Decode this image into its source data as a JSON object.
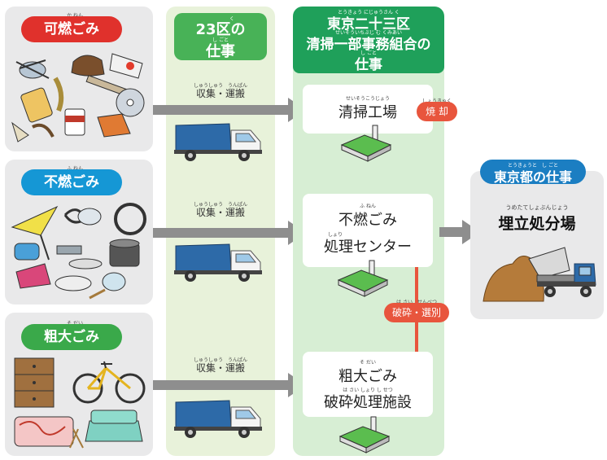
{
  "categories": [
    {
      "name": "可燃ごみ",
      "ruby": "か ねん",
      "color": "#e0312c"
    },
    {
      "name": "不燃ごみ",
      "ruby": "ふ ねん",
      "color": "#1597d5"
    },
    {
      "name": "粗大ごみ",
      "ruby": "そ だい",
      "color": "#3aa94a"
    }
  ],
  "ward": {
    "title_line1": "23区の",
    "title_line2": "仕事",
    "title_ruby": "く",
    "title_ruby2": "し ごと",
    "work_label": "収集・運搬",
    "work_ruby": "しゅうしゅう　うんぱん"
  },
  "association": {
    "ruby1": "とうきょう にじゅうさん く",
    "line1": "東京二十三区",
    "ruby2": "せいそういちぶじ む くみあい",
    "line2": "清掃一部事務組合の",
    "ruby3": "し ごと",
    "line3": "仕事",
    "facilities": [
      {
        "ruby": "せいそうこうじょう",
        "line1": "清掃工場",
        "line2": ""
      },
      {
        "ruby": "ふ ねん",
        "line1": "不燃ごみ",
        "ruby2": "しょり",
        "line2": "処理センター"
      },
      {
        "ruby": "そ だい",
        "line1": "粗大ごみ",
        "ruby2": "は さい しょり し せつ",
        "line2": "破砕処理施設"
      }
    ],
    "incinerate_label": "焼 却",
    "incinerate_ruby": "しょうきゃく",
    "crush_label": "破砕・選別",
    "crush_ruby": "は さい　せんべつ"
  },
  "metro": {
    "title_ruby": "とうきょうと　し ごと",
    "title": "東京都の仕事",
    "landfill_ruby": "うめたてしょぶんじょう",
    "landfill": "埋立処分場"
  },
  "colors": {
    "ward_green": "#48b257",
    "ward_panel": "#e8f2da",
    "assoc_green": "#1fa05a",
    "assoc_panel": "#d7eed4",
    "metro_blue": "#1b7ec2",
    "gray_panel": "#e9e9ea",
    "arrow": "#8e8e8e",
    "badge": "#e8553d",
    "truck": "#2d6aa8"
  }
}
